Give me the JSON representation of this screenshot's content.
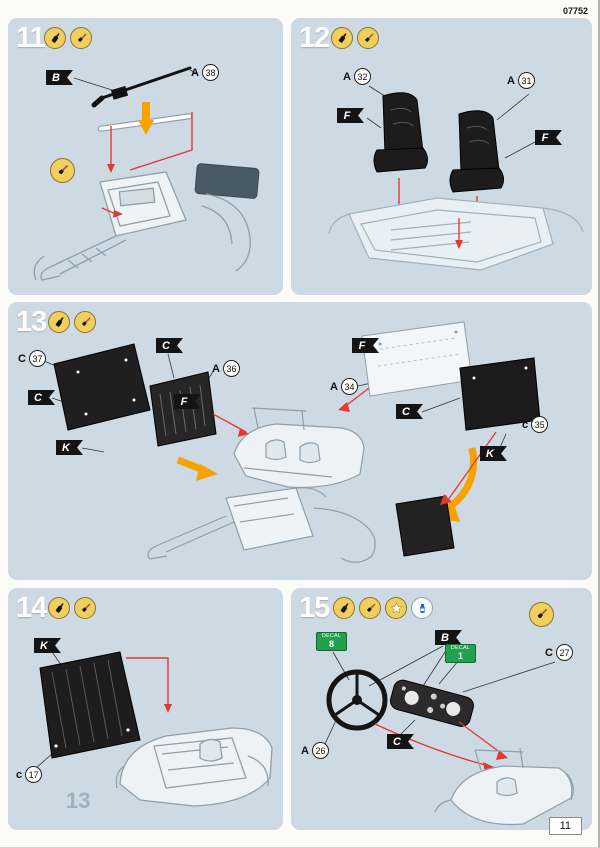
{
  "page": {
    "doc_number": "07752",
    "page_number": "11",
    "colors": {
      "panel_bg": "#cdd9e3",
      "flag_bg": "#141414",
      "arrow_orange": "#f6a200",
      "arrow_red": "#e23a2e",
      "decal_green": "#23a04e",
      "tool_circle_yellow": "#f0cf5e"
    }
  },
  "steps": {
    "s11": {
      "number": "11",
      "tools": [
        "glue-icon",
        "brush-icon"
      ],
      "extra_tools": [
        "brush-icon"
      ],
      "flags": {
        "b": "B"
      },
      "parts": {
        "a38": {
          "letter": "A",
          "num": "38"
        }
      }
    },
    "s12": {
      "number": "12",
      "tools": [
        "glue-icon",
        "brush-icon"
      ],
      "flags": {
        "f_left": "F",
        "f_right": "F"
      },
      "parts": {
        "a32": {
          "letter": "A",
          "num": "32"
        },
        "a31": {
          "letter": "A",
          "num": "31"
        }
      }
    },
    "s13": {
      "number": "13",
      "tools": [
        "glue-icon",
        "brush-icon"
      ],
      "flags": {
        "c_left": "C",
        "c_mid": "C",
        "f_mid": "F",
        "k_left": "K",
        "f_right": "F",
        "c_right": "C",
        "k_right": "K"
      },
      "parts": {
        "c37": {
          "letter": "C",
          "num": "37"
        },
        "a36": {
          "letter": "A",
          "num": "36"
        },
        "a34": {
          "letter": "A",
          "num": "34"
        },
        "c35": {
          "letter": "c",
          "num": "35"
        }
      }
    },
    "s14": {
      "number": "14",
      "tools": [
        "glue-icon",
        "brush-icon"
      ],
      "flags": {
        "k": "K"
      },
      "parts": {
        "c17": {
          "letter": "c",
          "num": "17"
        }
      },
      "ref_step": "13"
    },
    "s15": {
      "number": "15",
      "tools": [
        "glue-icon",
        "brush-icon",
        "star-icon",
        "paint-icon"
      ],
      "extra_tools": [
        "brush-icon"
      ],
      "flags": {
        "b": "B",
        "c": "C"
      },
      "parts": {
        "c27": {
          "letter": "C",
          "num": "27"
        },
        "a26": {
          "letter": "A",
          "num": "26"
        }
      },
      "decals": {
        "d8": {
          "label": "DECAL",
          "num": "8"
        },
        "d1": {
          "label": "DECAL",
          "num": "1"
        }
      }
    }
  }
}
